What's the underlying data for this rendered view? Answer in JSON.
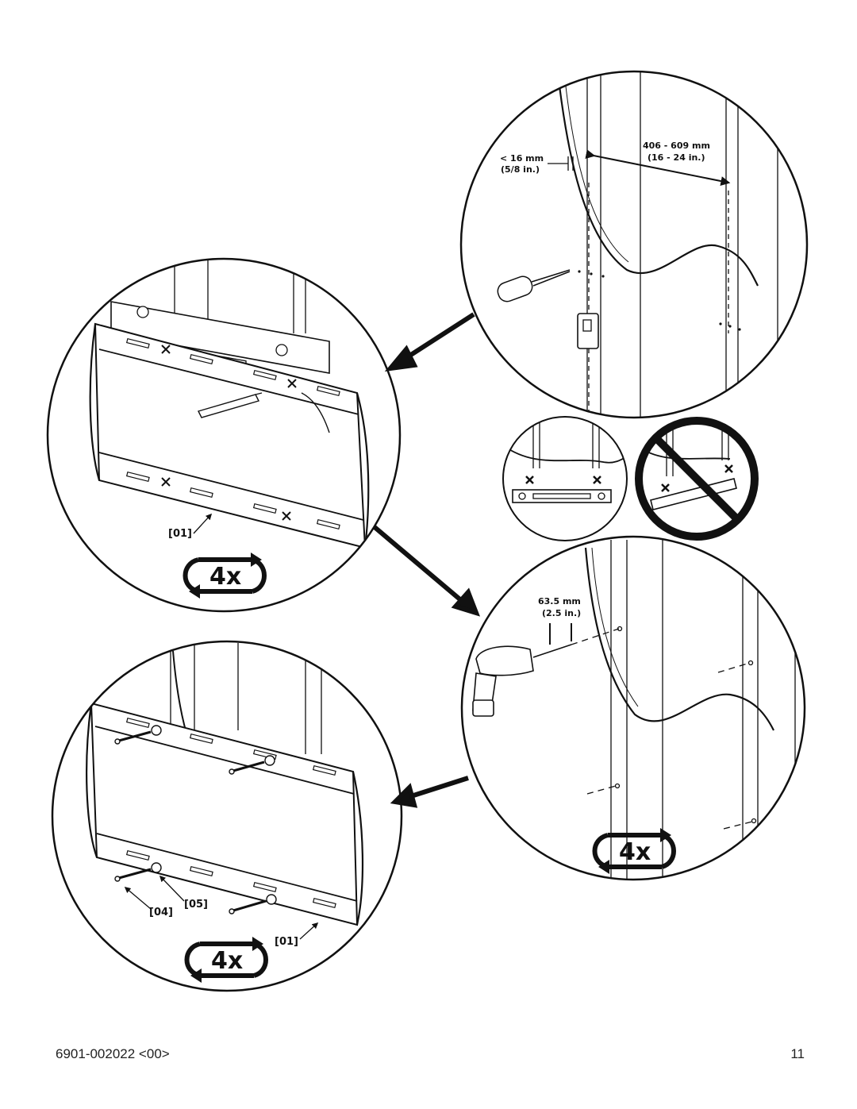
{
  "footer": {
    "doc_number": "6901-002022 <00>",
    "page_number": "11"
  },
  "callouts": {
    "stud_offset_mm": "< 16 mm",
    "stud_offset_in": "(5/8 in.)",
    "stud_spacing_mm": "406  -  609 mm",
    "stud_spacing_in": "(16  -  24 in.)",
    "drill_depth_mm": "63.5 mm",
    "drill_depth_in": "(2.5 in.)",
    "part_01_top": "[01]",
    "part_01_bottom": "[01]",
    "part_04": "[04]",
    "part_05": "[05]"
  },
  "repeat_badges": {
    "mark_repeat": "4x",
    "drill_repeat": "4x",
    "bolt_repeat": "4x"
  },
  "icons": {
    "ok": "level-correct-icon",
    "not_ok": "prohibited-icon"
  }
}
